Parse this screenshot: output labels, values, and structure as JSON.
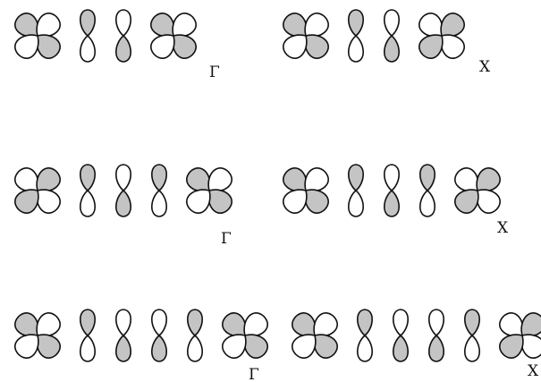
{
  "colors": {
    "shaded": "#c4c4c4",
    "unshaded": "#ffffff",
    "outline": "#111111"
  },
  "legend_note": "",
  "panels": [
    {
      "label": "Γ",
      "orbitals": [
        {
          "kind": "d",
          "shade": "main"
        },
        {
          "kind": "p",
          "shade": "top"
        },
        {
          "kind": "p",
          "shade": "bottom"
        },
        {
          "kind": "d",
          "shade": "main"
        }
      ]
    },
    {
      "label": "X",
      "orbitals": [
        {
          "kind": "d",
          "shade": "main"
        },
        {
          "kind": "p",
          "shade": "top"
        },
        {
          "kind": "p",
          "shade": "bottom"
        },
        {
          "kind": "d",
          "shade": "anti"
        }
      ]
    },
    {
      "label": "Γ",
      "orbitals": [
        {
          "kind": "d",
          "shade": "anti"
        },
        {
          "kind": "p",
          "shade": "top"
        },
        {
          "kind": "p",
          "shade": "bottom"
        },
        {
          "kind": "p",
          "shade": "top"
        },
        {
          "kind": "d",
          "shade": "main"
        }
      ]
    },
    {
      "label": "X",
      "orbitals": [
        {
          "kind": "d",
          "shade": "main"
        },
        {
          "kind": "p",
          "shade": "top"
        },
        {
          "kind": "p",
          "shade": "bottom"
        },
        {
          "kind": "p",
          "shade": "top"
        },
        {
          "kind": "d",
          "shade": "anti"
        }
      ]
    },
    {
      "label": "Γ",
      "orbitals": [
        {
          "kind": "d",
          "shade": "main"
        },
        {
          "kind": "p",
          "shade": "top"
        },
        {
          "kind": "p",
          "shade": "bottom"
        },
        {
          "kind": "p",
          "shade": "bottom"
        },
        {
          "kind": "p",
          "shade": "top"
        },
        {
          "kind": "d",
          "shade": "main"
        }
      ]
    },
    {
      "label": "X",
      "orbitals": [
        {
          "kind": "d",
          "shade": "main"
        },
        {
          "kind": "p",
          "shade": "top"
        },
        {
          "kind": "p",
          "shade": "bottom"
        },
        {
          "kind": "p",
          "shade": "bottom"
        },
        {
          "kind": "p",
          "shade": "top"
        },
        {
          "kind": "d",
          "shade": "anti"
        }
      ]
    }
  ]
}
